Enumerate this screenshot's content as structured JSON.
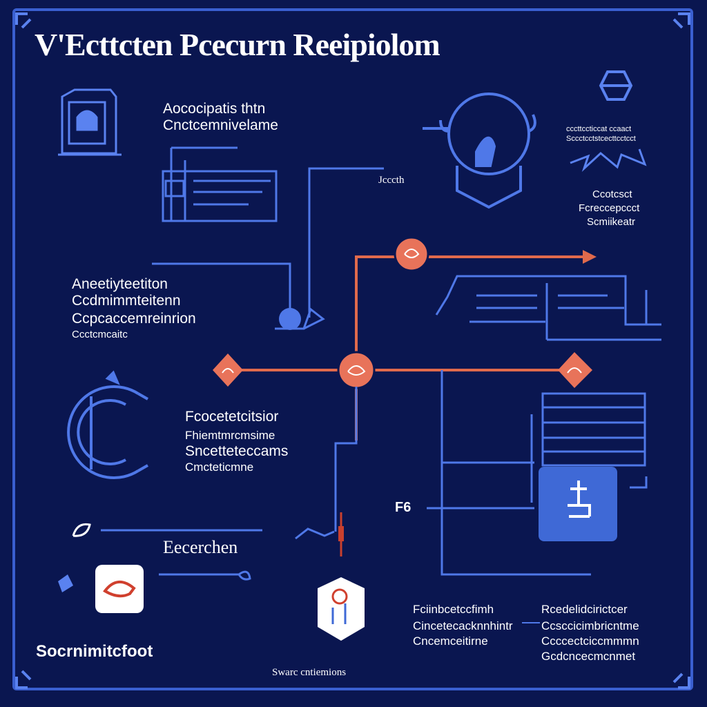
{
  "title": "V'Ecttcten Pcecurn Reeipiolom",
  "blocks": {
    "top_left": [
      "Aococipatis thtn",
      "Cnctcemnivelame"
    ],
    "top_right": [
      "cccttccticcat ccaact",
      "Sccctcctstcecttcctcct"
    ],
    "right_caption": [
      "Ccotcsct",
      "Fcreccepccct",
      "Scmiikeatr"
    ],
    "key_label": "Jcccth",
    "mid_left": [
      "Aneetiyteetiton",
      "Ccdmimmteitenn",
      "Ccpcaccemreinrion",
      "Ccctcmcaitc"
    ],
    "center_left": [
      "Fcocetetcitsior",
      "Fhiemtmrcmsime",
      "Sncetteteccams",
      "Cmcteticmne"
    ],
    "bottom_left_label": "Eecerchen",
    "bottom_right_a": [
      "Fciinbcetccfimh",
      "Cincetecacknnhintr",
      "Cncemceitirne"
    ],
    "bottom_right_b": [
      "Rcedelidcirictcer",
      "Ccsccicimbricntme",
      "Ccccectciccmmmn",
      "Gcdcncecmcnmet"
    ],
    "bottom_left_footer": "Socrnimitcfoot",
    "footer": "Swarc cntiemions",
    "side_glyph": "F6"
  },
  "colors": {
    "background": "#0a1650",
    "line_blue": "#4f78e8",
    "line_orange": "#e06a4c",
    "node_orange": "#e8735a",
    "text": "#ffffff",
    "accent_blue_tile": "#3f69d6"
  }
}
